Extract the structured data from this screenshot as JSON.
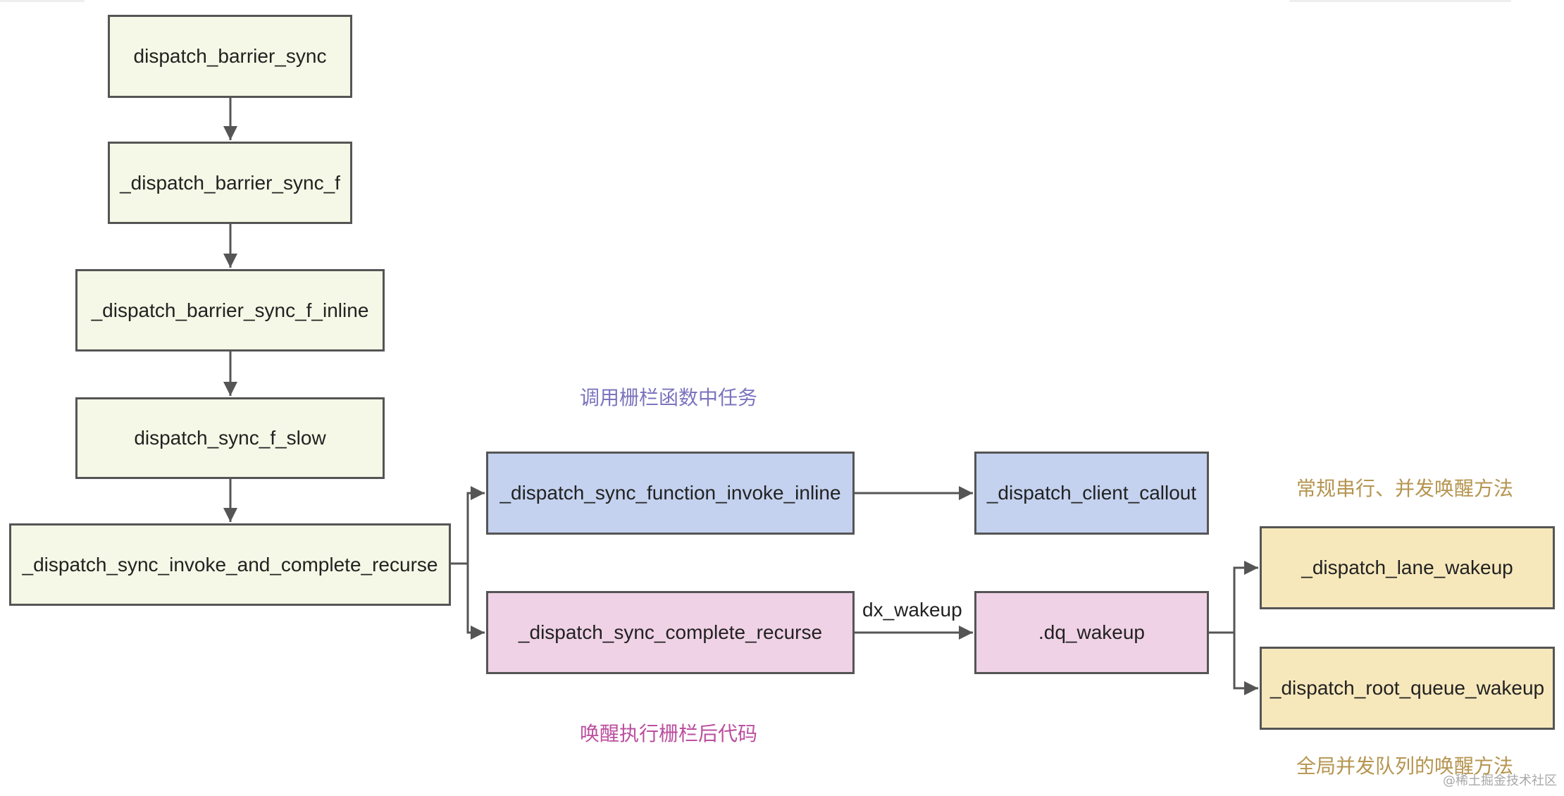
{
  "colors": {
    "green_fill": "#f5f8e6",
    "blue_fill": "#c4d2ef",
    "pink_fill": "#f0d2e6",
    "yellow_fill": "#f7e8bc",
    "border": "#555555",
    "note_blue": "#7b74be",
    "note_pink": "#bb4f9f",
    "note_gold": "#b59550"
  },
  "nodes": {
    "barrier_sync": "dispatch_barrier_sync",
    "barrier_sync_f": "_dispatch_barrier_sync_f",
    "barrier_sync_f_inline": "_dispatch_barrier_sync_f_inline",
    "sync_f_slow": "dispatch_sync_f_slow",
    "invoke_and_complete_recurse": "_dispatch_sync_invoke_and_complete_recurse",
    "function_invoke_inline": "_dispatch_sync_function_invoke_inline",
    "client_callout": "_dispatch_client_callout",
    "complete_recurse": "_dispatch_sync_complete_recurse",
    "dq_wakeup": ".dq_wakeup",
    "lane_wakeup": "_dispatch_lane_wakeup",
    "root_queue_wakeup": "_dispatch_root_queue_wakeup"
  },
  "edge_labels": {
    "dx_wakeup": "dx_wakeup"
  },
  "notes": {
    "invoke_barrier_task": "调用栅栏函数中任务",
    "wakeup_after_barrier": "唤醒执行栅栏后代码",
    "serial_concurrent_wakeup": "常规串行、并发唤醒方法",
    "global_concurrent_wakeup": "全局并发队列的唤醒方法"
  },
  "watermark": "@稀土掘金技术社区"
}
